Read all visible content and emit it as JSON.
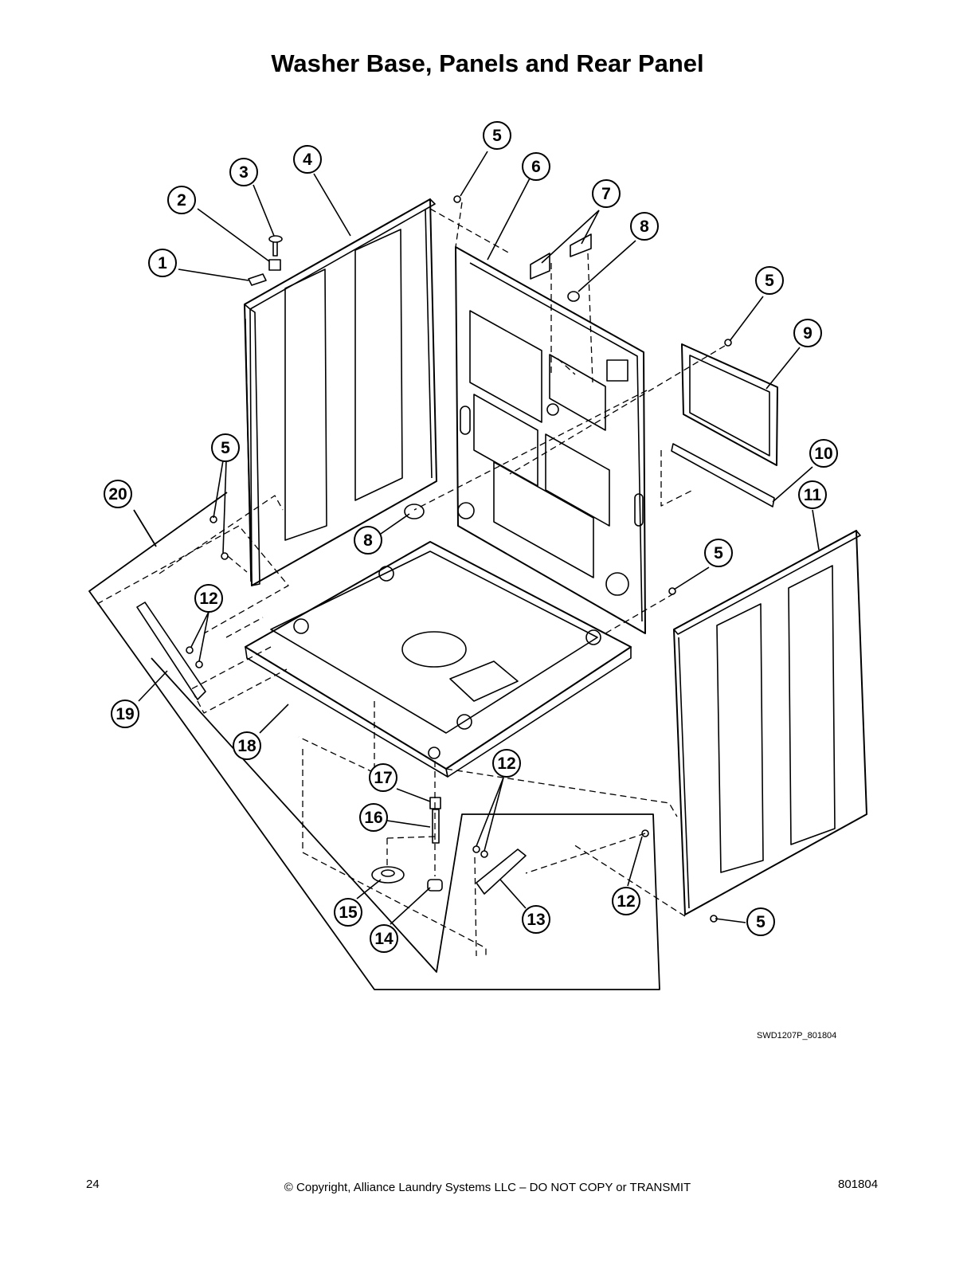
{
  "title": "Washer Base, Panels and Rear Panel",
  "callouts": [
    {
      "label": "1"
    },
    {
      "label": "2"
    },
    {
      "label": "3"
    },
    {
      "label": "4"
    },
    {
      "label": "5"
    },
    {
      "label": "6"
    },
    {
      "label": "7"
    },
    {
      "label": "8"
    },
    {
      "label": "5"
    },
    {
      "label": "9"
    },
    {
      "label": "10"
    },
    {
      "label": "11"
    },
    {
      "label": "5"
    },
    {
      "label": "20"
    },
    {
      "label": "8"
    },
    {
      "label": "5"
    },
    {
      "label": "12"
    },
    {
      "label": "19"
    },
    {
      "label": "18"
    },
    {
      "label": "17"
    },
    {
      "label": "12"
    },
    {
      "label": "16"
    },
    {
      "label": "15"
    },
    {
      "label": "14"
    },
    {
      "label": "13"
    },
    {
      "label": "12"
    },
    {
      "label": "5"
    }
  ],
  "drawing_code": "SWD1207P_801804",
  "footer": {
    "page_number": "24",
    "copyright": "© Copyright, Alliance Laundry Systems LLC – DO NOT COPY or TRANSMIT",
    "doc_number": "801804"
  }
}
